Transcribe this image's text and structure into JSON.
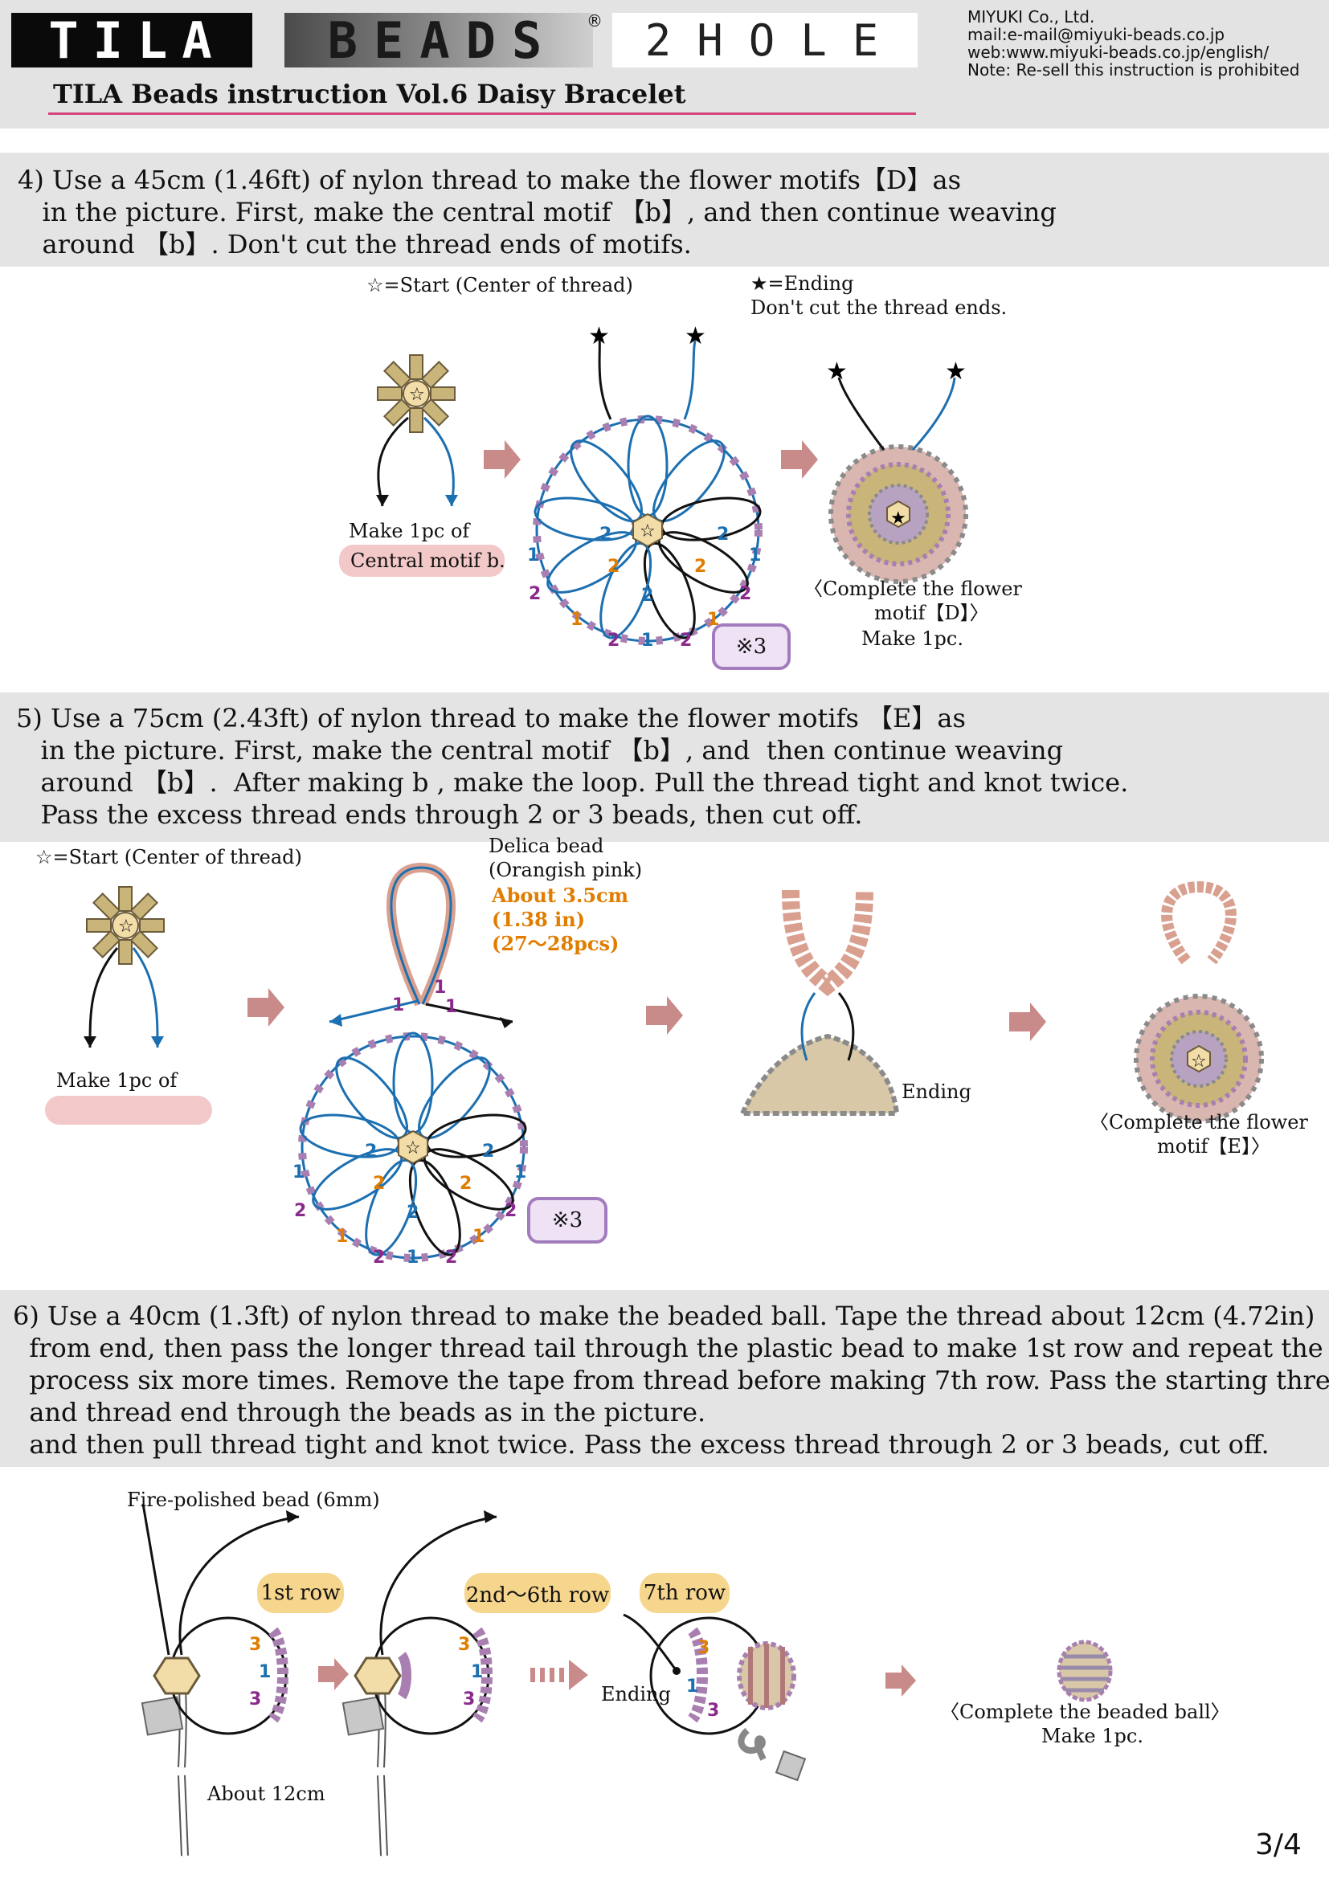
{
  "header": {
    "logo_tila": "TILA",
    "logo_beads": "BEADS",
    "logo_reg": "®",
    "logo_2hole": "2HOLE",
    "company_lines": [
      "MIYUKI Co., Ltd.",
      "mail:e-mail@miyuki-beads.co.jp",
      "web:www.miyuki-beads.co.jp/english/",
      "Note: Re-sell this instruction is prohibited"
    ],
    "title": "TILA Beads instruction Vol.6 Daisy Bracelet"
  },
  "step4": {
    "lines": [
      "4) Use a 45cm (1.46ft) of nylon thread to make the flower motifs【D】as",
      "   in the picture. First, make the central motif 【b】, and then continue weaving",
      "   around 【b】. Don't cut the thread ends of motifs."
    ],
    "start_label": "☆=Start (Center of thread)",
    "ending_label": "★=Ending",
    "ending_note": "Don't cut the thread ends.",
    "make_label": "Make 1pc of",
    "make_pill": "Central motif b.",
    "badge": "※3",
    "complete_lines": [
      "〈Complete the flower",
      "motif【D】〉"
    ],
    "make_one": "Make 1pc."
  },
  "step5": {
    "lines": [
      "5) Use a 75cm (2.43ft) of nylon thread to make the flower motifs 【E】as",
      "   in the picture. First, make the central motif 【b】, and  then continue weaving",
      "   around 【b】.  After making b , make the loop. Pull the thread tight and knot twice.",
      "   Pass the excess thread ends through 2 or 3 beads, then cut off."
    ],
    "start_label": "☆=Start (Center of thread)",
    "delica_lines": [
      "Delica bead",
      "(Orangish pink)"
    ],
    "about_lines": [
      "About 3.5cm",
      "(1.38 in)",
      "(27〜28pcs)"
    ],
    "make_label": "Make 1pc of",
    "badge": "※3",
    "ending_label": "Ending",
    "complete_lines": [
      "〈Complete the flower",
      "motif【E】〉"
    ]
  },
  "step6": {
    "lines": [
      "6) Use a 40cm (1.3ft) of nylon thread to make the beaded ball. Tape the thread about 12cm (4.72in)",
      "  from end, then pass the longer thread tail through the plastic bead to make 1st row and repeat the",
      "  process six more times. Remove the tape from thread before making 7th row. Pass the starting thread",
      "  and thread end through the beads as in the picture.",
      "  and then pull thread tight and knot twice. Pass the excess thread through 2 or 3 beads, cut off."
    ],
    "fire_label": "Fire-polished bead (6mm)",
    "row1": "1st row",
    "row2_6": "2nd〜6th row",
    "row7": "7th row",
    "ending_label": "Ending",
    "about_label": "About 12cm",
    "complete_label": "〈Complete the beaded ball〉",
    "make_one": "Make 1pc."
  },
  "page_number": "3/4",
  "colors": {
    "blue_thread": "#1c6fb0",
    "black_thread": "#111111",
    "arrow": "#c98a8a",
    "orange": "#e07d00",
    "purple": "#8a2a8a",
    "band": "#e4e4e4"
  }
}
